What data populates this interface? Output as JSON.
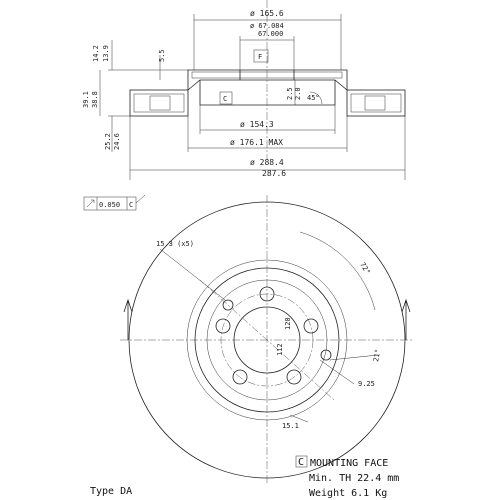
{
  "dims": {
    "d1": "ø 165.6",
    "d2a": "ø 67.084",
    "d2b": "67.000",
    "f_box": "F",
    "c_box": "C",
    "h1a": "14.2",
    "h1b": "13.9",
    "h2": "5.5",
    "h3a": "39.1",
    "h3b": "38.8",
    "h4a": "2.5",
    "h4b": "2.0",
    "angle45": "45°",
    "h5a": "25.2",
    "h5b": "24.6",
    "d3": "ø 154.3",
    "d4": "ø 176.1 MAX",
    "d5a": "ø 288.4",
    "d5b": "287.6",
    "runout": "0.050",
    "runout_ref": "C",
    "holes": "15.3 (x5)",
    "angle72": "72°",
    "pcd": "120",
    "hub": "112",
    "angle21": "21°",
    "r925": "9.25",
    "r151": "15.1"
  },
  "footer": {
    "mounting_ref": "C",
    "mounting_label": "MOUNTING FACE",
    "min_th": "Min. TH 22.4 mm",
    "weight": "Weight 6.1  Kg",
    "type": "Type DA"
  }
}
